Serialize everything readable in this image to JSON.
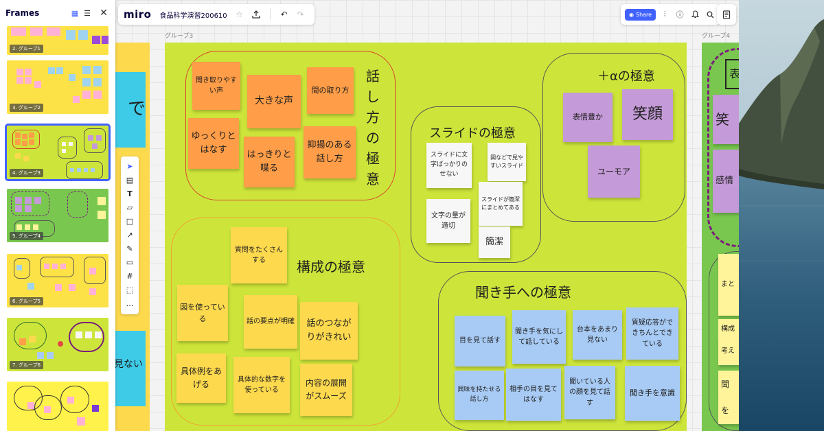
{
  "frames_panel": {
    "title": "Frames",
    "frames": [
      {
        "label": "2. グループ1"
      },
      {
        "label": "3. グループ2"
      },
      {
        "label": "4. グループ3"
      },
      {
        "label": "5. グループ4"
      },
      {
        "label": "6. グループ5"
      },
      {
        "label": "7. グループ6"
      },
      {
        "label": ""
      }
    ]
  },
  "topbar": {
    "logo": "miro",
    "board_name": "食品科学演習200610",
    "share_label": "Share"
  },
  "canvas": {
    "frame_label_left": "グループ3",
    "frame_label_right": "グループ4",
    "left_partial": {
      "text1": "で",
      "text2": "見ない"
    },
    "right_partial": {
      "box": "表",
      "s1": "笑",
      "s2": "感情",
      "s3": "まと",
      "s4": "構成",
      "s5": "考え",
      "s6": "聞",
      "s7": "を"
    }
  },
  "board": {
    "speaking": {
      "title": "話し方の極意",
      "stickies": [
        "聞き取りやすい声",
        "大きな声",
        "間の取り方",
        "ゆっくりとはなす",
        "はっきりと喋る",
        "抑揚のある話し方"
      ]
    },
    "slides": {
      "title": "スライドの極意",
      "stickies": [
        "スライドに文字ばっかりのせない",
        "図などで見やすいスライド",
        "スライドが簡潔にまとめてある",
        "文字の量が適切",
        "簡潔"
      ]
    },
    "alpha": {
      "title": "＋αの極意",
      "stickies": [
        "表情豊か",
        "笑顔",
        "ユーモア"
      ]
    },
    "structure": {
      "title": "構成の極意",
      "stickies": [
        "質問をたくさんする",
        "図を使っている",
        "話の要点が明確",
        "話のつながりがきれい",
        "具体例をあげる",
        "具体的な数字を使っている",
        "内容の展開がスムーズ"
      ]
    },
    "listener": {
      "title": "聞き手への極意",
      "stickies": [
        "目を見て話す",
        "聞き手を気にして話している",
        "台本をあまり見ない",
        "質疑応答ができちんとできている",
        "興味を持たせる話し方",
        "相手の目を見てはなす",
        "聞いている人の顔を見て話す",
        "聞き手を意識"
      ]
    }
  },
  "colors": {
    "board_green": "#cde53a",
    "orange": "#ff9d48",
    "yellow": "#fdd94e",
    "purple": "#c49ad8",
    "blue": "#a8cbf5",
    "accent": "#4262ff"
  }
}
